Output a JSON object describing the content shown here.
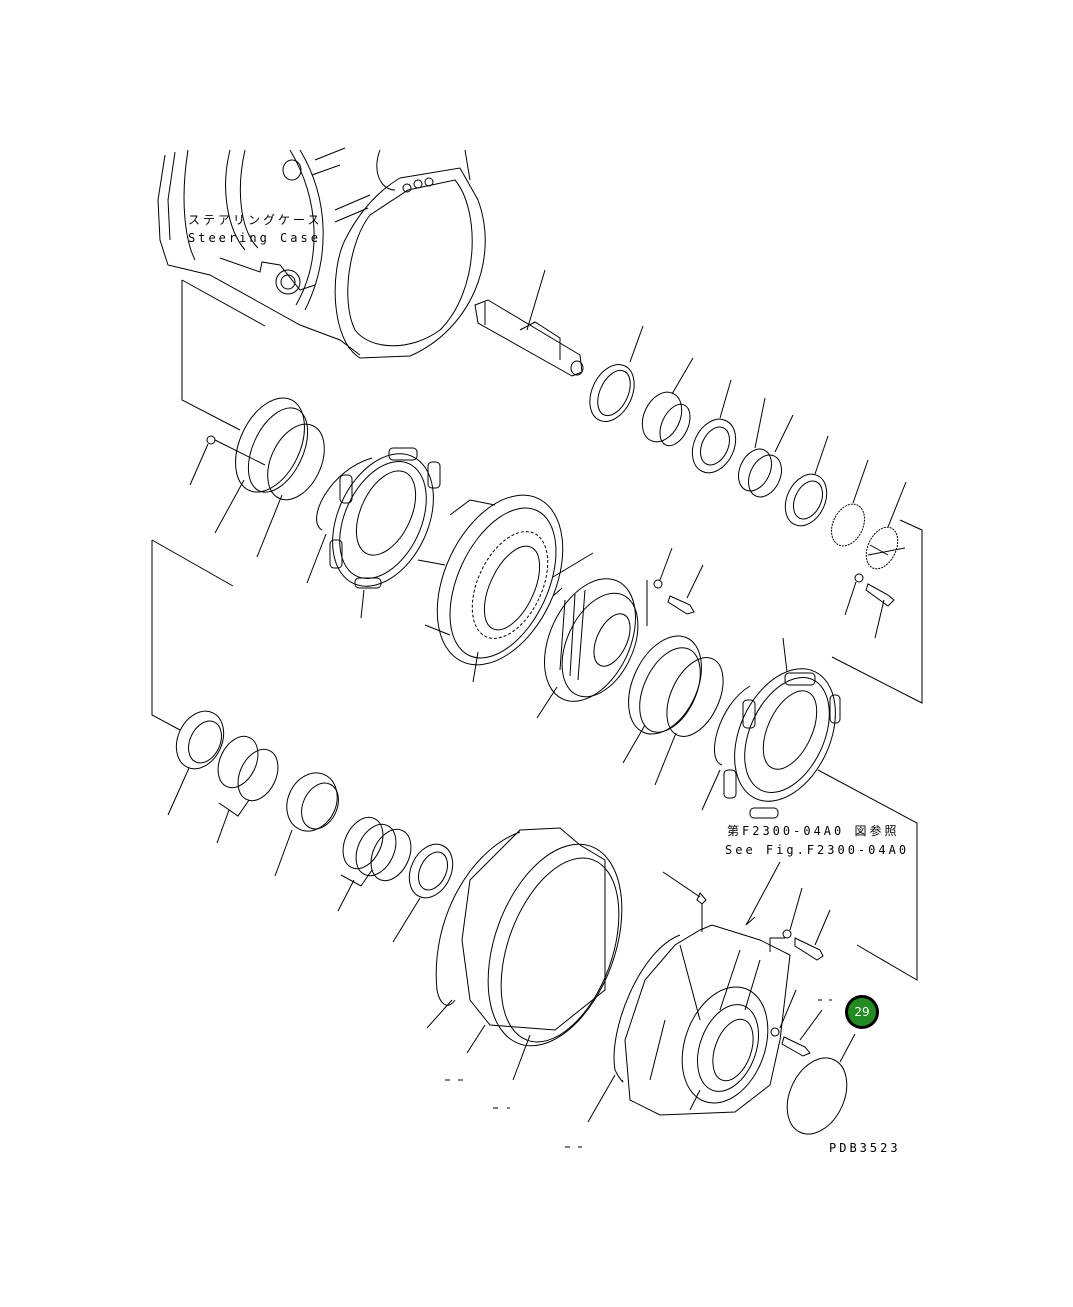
{
  "diagram": {
    "labels": {
      "steering_case_jp": "ステアリングケース",
      "steering_case_en": "Steering Case",
      "see_fig_jp": "第F2300-04A0 図参照",
      "see_fig_en": "See Fig.F2300-04A0",
      "drawing_id": "PDB3523"
    },
    "callouts": [
      {
        "number": "29",
        "highlighted": true,
        "color": "#228B22",
        "ring_color": "#000000"
      }
    ]
  }
}
